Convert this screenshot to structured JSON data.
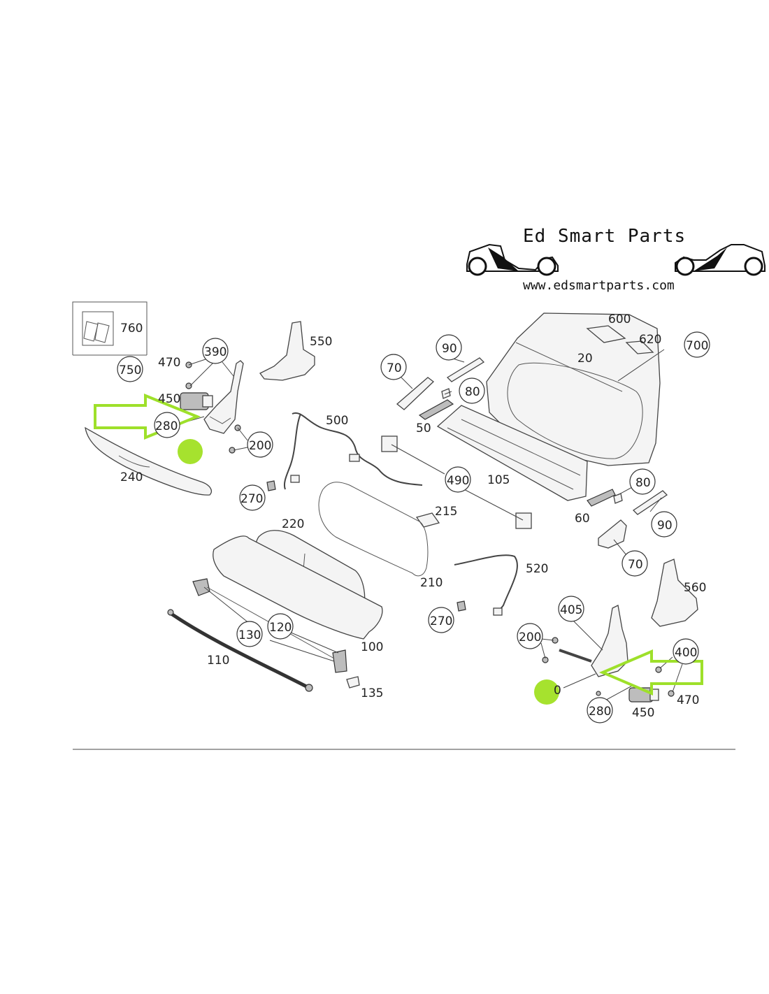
{
  "brand": {
    "title": "Ed Smart Parts",
    "url": "www.edsmartparts.com"
  },
  "callouts": [
    {
      "id": "c760",
      "text": "760"
    },
    {
      "id": "c750",
      "text": "750"
    },
    {
      "id": "c470a",
      "text": "470"
    },
    {
      "id": "c390",
      "text": "390"
    },
    {
      "id": "c450a",
      "text": "450"
    },
    {
      "id": "c280a",
      "text": "280"
    },
    {
      "id": "c200a",
      "text": "200"
    },
    {
      "id": "c240",
      "text": "240"
    },
    {
      "id": "c550",
      "text": "550"
    },
    {
      "id": "c500",
      "text": "500"
    },
    {
      "id": "c270a",
      "text": "270"
    },
    {
      "id": "c70a",
      "text": "70"
    },
    {
      "id": "c90a",
      "text": "90"
    },
    {
      "id": "c80a",
      "text": "80"
    },
    {
      "id": "c50",
      "text": "50"
    },
    {
      "id": "c600",
      "text": "600"
    },
    {
      "id": "c620",
      "text": "620"
    },
    {
      "id": "c700",
      "text": "700"
    },
    {
      "id": "c20",
      "text": "20"
    },
    {
      "id": "c490",
      "text": "490"
    },
    {
      "id": "c105",
      "text": "105"
    },
    {
      "id": "c80b",
      "text": "80"
    },
    {
      "id": "c60",
      "text": "60"
    },
    {
      "id": "c90b",
      "text": "90"
    },
    {
      "id": "c70b",
      "text": "70"
    },
    {
      "id": "c215",
      "text": "215"
    },
    {
      "id": "c220",
      "text": "220"
    },
    {
      "id": "c210",
      "text": "210"
    },
    {
      "id": "c520",
      "text": "520"
    },
    {
      "id": "c270b",
      "text": "270"
    },
    {
      "id": "c560",
      "text": "560"
    },
    {
      "id": "c405",
      "text": "405"
    },
    {
      "id": "c200b",
      "text": "200"
    },
    {
      "id": "c400",
      "text": "400"
    },
    {
      "id": "c470b",
      "text": "470"
    },
    {
      "id": "c450b",
      "text": "450"
    },
    {
      "id": "c280b",
      "text": "280"
    },
    {
      "id": "c0",
      "text": "0"
    },
    {
      "id": "c130",
      "text": "130"
    },
    {
      "id": "c120",
      "text": "120"
    },
    {
      "id": "c100",
      "text": "100"
    },
    {
      "id": "c110",
      "text": "110"
    },
    {
      "id": "c135",
      "text": "135"
    }
  ],
  "colors": {
    "highlight": "#9ee02a",
    "line": "#333333"
  }
}
